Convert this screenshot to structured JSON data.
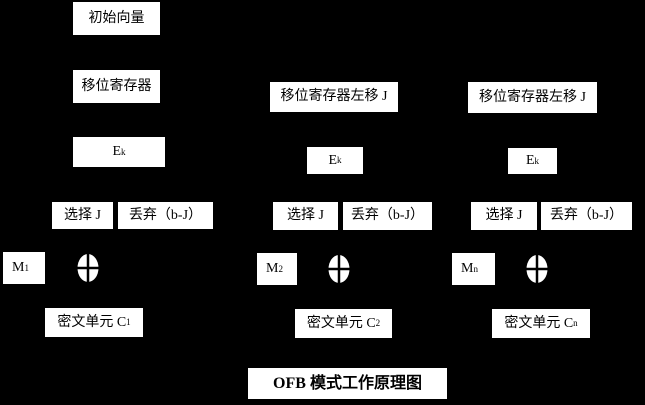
{
  "colors": {
    "background": "#000000",
    "box_fill": "#ffffff",
    "text": "#000000"
  },
  "title": "OFB 模式工作原理图",
  "col1": {
    "init_vector": "初始向量",
    "shift_register": "移位寄存器",
    "e": {
      "base": "E",
      "sub": "k"
    },
    "select": "选择 J",
    "discard": "丢弃（b-J）",
    "m": {
      "base": "M",
      "sub": "1"
    },
    "cipher": {
      "base": "密文单元 C",
      "sub": "1"
    }
  },
  "col2": {
    "shift_register": "移位寄存器左移 J",
    "e": {
      "base": "E",
      "sub": "k"
    },
    "select": "选择 J",
    "discard": "丢弃（b-J）",
    "m": {
      "base": "M",
      "sub": "2"
    },
    "cipher": {
      "base": "密文单元 C",
      "sub": "2"
    }
  },
  "col3": {
    "shift_register": "移位寄存器左移 J",
    "e": {
      "base": "E",
      "sub": "k"
    },
    "select": "选择 J",
    "discard": "丢弃（b-J）",
    "m": {
      "base": "M",
      "sub": "n"
    },
    "cipher": {
      "base": "密文单元 C",
      "sub": "n"
    }
  }
}
